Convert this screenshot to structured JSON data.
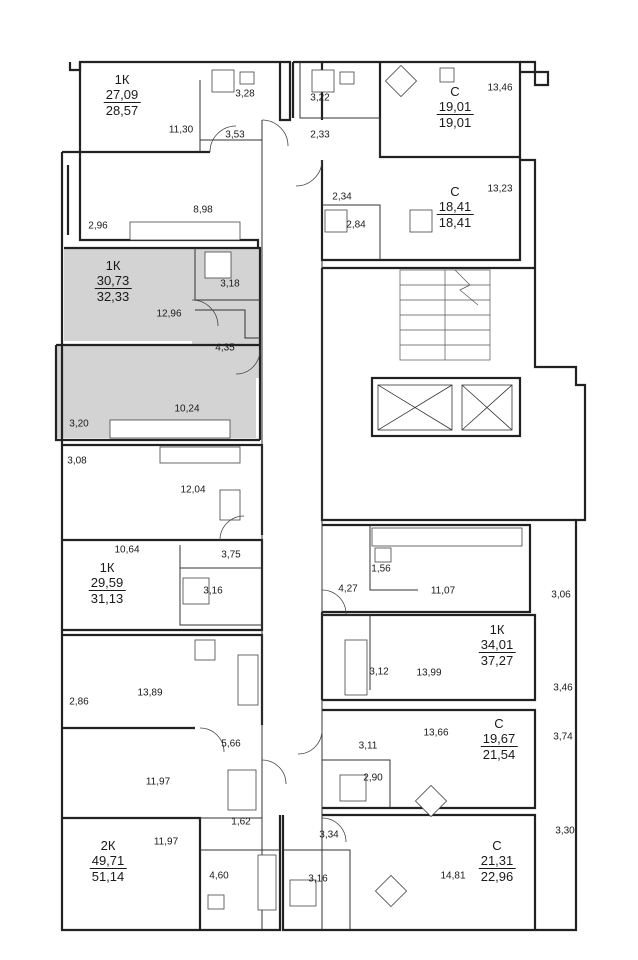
{
  "floor_plan": {
    "apartments": [
      {
        "id": "apt-l1",
        "type": "1К",
        "living": "27,09",
        "total": "28,57",
        "rooms": [
          "11,30",
          "3,28",
          "3,53"
        ]
      },
      {
        "id": "apt-l2",
        "type": "",
        "living": "",
        "total": "",
        "rooms": [
          "2,96",
          "8,98"
        ]
      },
      {
        "id": "apt-l3",
        "type": "1К",
        "living": "30,73",
        "total": "32,33",
        "rooms": [
          "12,96",
          "3,18",
          "4,35",
          "3,20",
          "10,24"
        ],
        "highlighted": true
      },
      {
        "id": "apt-l4",
        "type": "",
        "living": "",
        "total": "",
        "rooms": [
          "3,08",
          "12,04"
        ]
      },
      {
        "id": "apt-l5",
        "type": "1К",
        "living": "29,59",
        "total": "31,13",
        "rooms": [
          "10,64",
          "3,75",
          "3,16"
        ]
      },
      {
        "id": "apt-l6",
        "type": "",
        "living": "",
        "total": "",
        "rooms": [
          "2,86",
          "13,89",
          "5,66"
        ]
      },
      {
        "id": "apt-l7",
        "type": "2К",
        "living": "49,71",
        "total": "51,14",
        "rooms": [
          "11,97",
          "11,97",
          "1,62",
          "4,60"
        ]
      },
      {
        "id": "apt-r1",
        "type": "С",
        "living": "19,01",
        "total": "19,01",
        "rooms": [
          "3,22",
          "2,33",
          "13,46"
        ]
      },
      {
        "id": "apt-r2",
        "type": "С",
        "living": "18,41",
        "total": "18,41",
        "rooms": [
          "2,34",
          "2,84",
          "13,23"
        ]
      },
      {
        "id": "apt-r3",
        "type": "",
        "living": "",
        "total": "",
        "rooms": [
          "1,56",
          "4,27",
          "11,07",
          "3,06"
        ]
      },
      {
        "id": "apt-r4",
        "type": "1К",
        "living": "34,01",
        "total": "37,27",
        "rooms": [
          "3,12",
          "13,99",
          "3,46"
        ]
      },
      {
        "id": "apt-r5",
        "type": "С",
        "living": "19,67",
        "total": "21,54",
        "rooms": [
          "3,11",
          "13,66",
          "3,74",
          "2,90"
        ]
      },
      {
        "id": "apt-r6",
        "type": "С",
        "living": "21,31",
        "total": "22,96",
        "rooms": [
          "3,34",
          "3,16",
          "14,81",
          "3,30"
        ]
      }
    ]
  }
}
